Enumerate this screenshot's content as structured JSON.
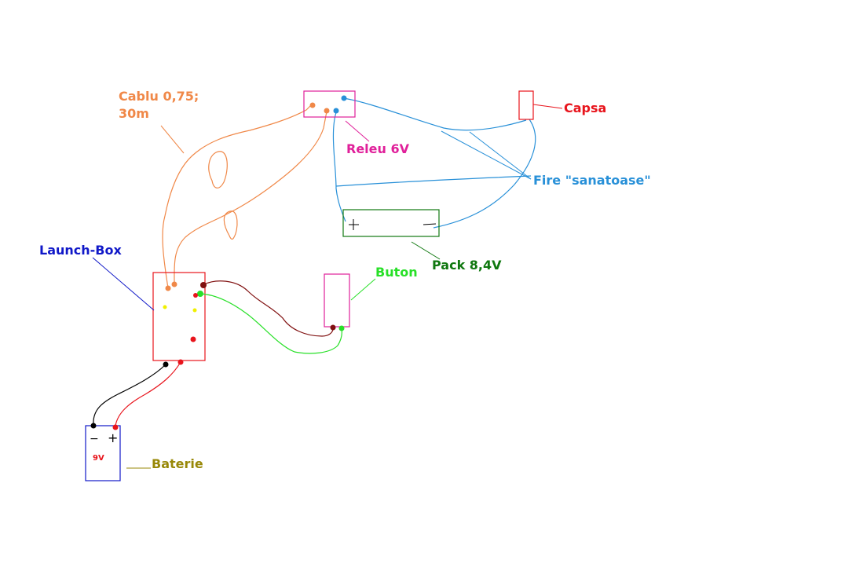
{
  "labels": {
    "cablu_line1": "Cablu 0,75;",
    "cablu_line2": "30m",
    "capsa": "Capsa",
    "releu": "Releu 6V",
    "fire": "Fire \"sanatoase\"",
    "launch_box": "Launch-Box",
    "buton": "Buton",
    "pack": "Pack 8,4V",
    "baterie": "Baterie",
    "battery_volt": "9V",
    "plus": "+",
    "minus": "−"
  },
  "colors": {
    "orange": "#f08848",
    "red": "#e8141c",
    "magenta": "#e0209a",
    "blue": "#2890d8",
    "navy": "#1018c8",
    "green": "#28e028",
    "darkgreen": "#107810",
    "brown": "#801010",
    "olive": "#988808",
    "black": "#000000",
    "yellow": "#f0f000"
  }
}
